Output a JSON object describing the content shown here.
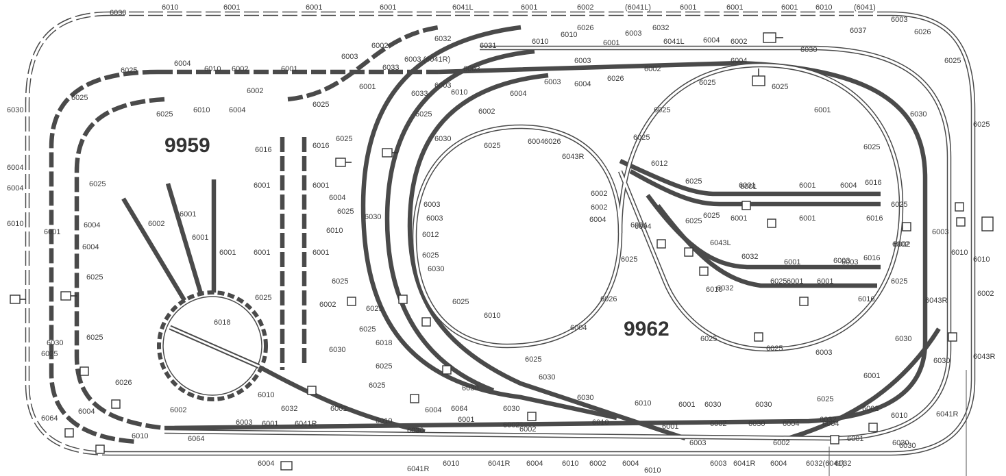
{
  "layout_names": {
    "left": "9959",
    "right": "9962"
  },
  "colors": {
    "track": "#4a4a4a",
    "rail_gap": "#ffffff",
    "text": "#3a3a3a"
  },
  "turntable_label": "6018",
  "labels": [
    "6030",
    "6010",
    "6001",
    "6001",
    "6001",
    "6041L",
    "6001",
    "6002",
    "(6041L)",
    "6001",
    "6001",
    "6001",
    "6010",
    "(6041)",
    "6003",
    "6032",
    "6037",
    "6026",
    "6026",
    "6003",
    "6032",
    "6010",
    "6010",
    "6001",
    "6041L",
    "6004",
    "6002",
    "6030",
    "6002",
    "6003",
    "6003 (6041R)",
    "6031",
    "6033",
    "6025",
    "6003",
    "6002",
    "6004",
    "6025",
    "6025",
    "6004",
    "6010",
    "6002",
    "6001",
    "6025",
    "6001",
    "6003",
    "6004",
    "6026",
    "6003",
    "6033",
    "6003",
    "6010",
    "6004",
    "6025",
    "6002",
    "6025",
    "6010",
    "6004",
    "6025",
    "6025",
    "6001",
    "6025",
    "6030",
    "6002",
    "6030",
    "9959",
    "6016",
    "6016",
    "6025",
    "6025",
    "6030",
    "6004",
    "6026",
    "6025",
    "6025",
    "6043R",
    "6025",
    "6012",
    "6004",
    "6004",
    "6001",
    "6001",
    "6025",
    "6025",
    "6001",
    "6001",
    "6004",
    "6016",
    "6004",
    "6030",
    "6002",
    "6025",
    "6010",
    "6001",
    "6025",
    "6003",
    "6002",
    "6003",
    "6002",
    "6004",
    "6004",
    "6010",
    "6001",
    "6003",
    "6001",
    "6001",
    "6004",
    "6002",
    "6001",
    "6001",
    "6025",
    "6025",
    "6026",
    "6001",
    "6016",
    "6025",
    "6003",
    "6010",
    "6001",
    "6010",
    "6001",
    "6025",
    "6012",
    "6004",
    "6043L",
    "6001",
    "6003",
    "6016",
    "6032",
    "6025",
    "6002",
    "6004",
    "6002",
    "6025",
    "6001",
    "6025",
    "6010",
    "6001",
    "6025",
    "6016",
    "6002",
    "6025",
    "6032",
    "6025",
    "6043R",
    "6025",
    "6025",
    "6010",
    "6025",
    "9962",
    "6025",
    "6025",
    "6025",
    "6003",
    "6030",
    "6018",
    "6025",
    "6030",
    "6030",
    "6025",
    "6025",
    "6030",
    "6043R",
    "6025",
    "6025",
    "6026",
    "6030",
    "6004",
    "6001",
    "6030",
    "6002",
    "6010",
    "6032",
    "6001",
    "6030",
    "6030",
    "6025",
    "6004",
    "6002",
    "6004",
    "6064",
    "6010",
    "6030",
    "6010",
    "6003",
    "6001",
    "6041R",
    "6064",
    "6001",
    "6041R",
    "6002",
    "6010",
    "6001",
    "6030",
    "6030",
    "6032",
    "6030",
    "6064",
    "6010",
    "6002",
    "6030",
    "6004",
    "6030",
    "6010",
    "6002",
    "6004",
    "6002",
    "6003",
    "6001",
    "6001",
    "6004",
    "6041R",
    "6010",
    "6041R",
    "6004",
    "6010",
    "6002",
    "6004",
    "6010",
    "6003",
    "6041R",
    "6004",
    "6032(6041)",
    "6032",
    "6030"
  ]
}
